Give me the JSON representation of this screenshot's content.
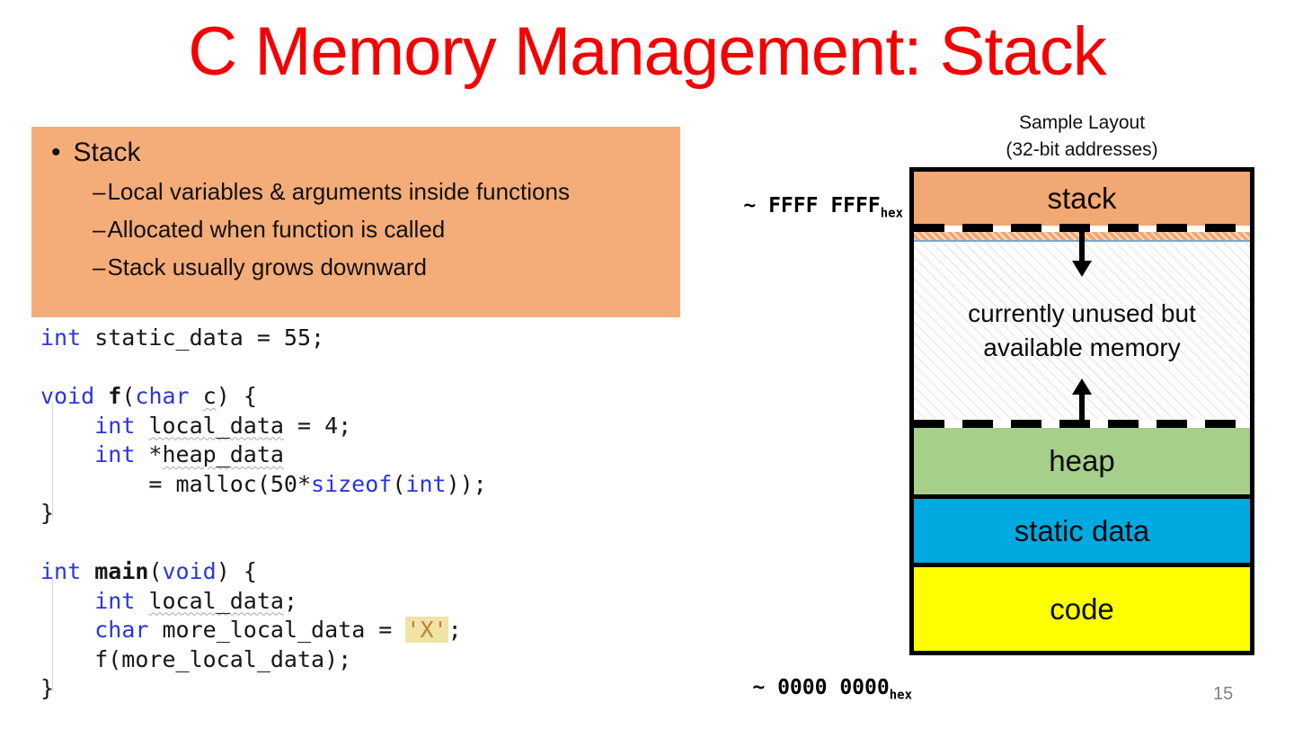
{
  "title": "C Memory Management: Stack",
  "page_number": "15",
  "colors": {
    "title_red": "#F40000",
    "box_orange": "#F4AC79",
    "stack_orange": "#F2A872",
    "heap_green": "#A5CF8A",
    "static_blue": "#00A9E0",
    "code_yellow": "#FFFF00",
    "kw_blue": "#2B35DD",
    "charlit_orange": "#C4802E",
    "charlit_bg": "#EFE3A6",
    "rule_blue": "#7DA7C9",
    "page_gray": "#7F7F7F"
  },
  "bullet_box": {
    "bullet_char": "•",
    "dash_char": "–",
    "heading": "Stack",
    "items": [
      "Local variables & arguments inside functions",
      "Allocated when function is called",
      "Stack usually grows downward"
    ]
  },
  "code": {
    "lines": [
      [
        {
          "t": "int",
          "c": "kw"
        },
        {
          "t": " static_data = 55;",
          "c": "plain"
        }
      ],
      [],
      [
        {
          "t": "void",
          "c": "kw"
        },
        {
          "t": " ",
          "c": "plain"
        },
        {
          "t": "f",
          "c": "fn"
        },
        {
          "t": "(",
          "c": "plain"
        },
        {
          "t": "char",
          "c": "kw"
        },
        {
          "t": " ",
          "c": "plain"
        },
        {
          "t": "c",
          "c": "squiggle"
        },
        {
          "t": ") {",
          "c": "plain"
        }
      ],
      [
        {
          "t": "    ",
          "c": "plain"
        },
        {
          "t": "int",
          "c": "kw"
        },
        {
          "t": " ",
          "c": "plain"
        },
        {
          "t": "local_data",
          "c": "squiggle"
        },
        {
          "t": " = 4;",
          "c": "plain"
        }
      ],
      [
        {
          "t": "    ",
          "c": "plain"
        },
        {
          "t": "int",
          "c": "kw"
        },
        {
          "t": " *",
          "c": "plain"
        },
        {
          "t": "heap_data",
          "c": "squiggle"
        }
      ],
      [
        {
          "t": "        = malloc(50*",
          "c": "plain"
        },
        {
          "t": "sizeof",
          "c": "kw"
        },
        {
          "t": "(",
          "c": "plain"
        },
        {
          "t": "int",
          "c": "kw"
        },
        {
          "t": "));",
          "c": "plain"
        }
      ],
      [
        {
          "t": "}",
          "c": "plain"
        }
      ],
      [],
      [
        {
          "t": "int",
          "c": "kw"
        },
        {
          "t": " ",
          "c": "plain"
        },
        {
          "t": "main",
          "c": "fn"
        },
        {
          "t": "(",
          "c": "plain"
        },
        {
          "t": "void",
          "c": "kw"
        },
        {
          "t": ") {",
          "c": "plain"
        }
      ],
      [
        {
          "t": "    ",
          "c": "plain"
        },
        {
          "t": "int",
          "c": "kw"
        },
        {
          "t": " ",
          "c": "plain"
        },
        {
          "t": "local_data",
          "c": "squiggle"
        },
        {
          "t": ";",
          "c": "plain"
        }
      ],
      [
        {
          "t": "    ",
          "c": "plain"
        },
        {
          "t": "char",
          "c": "kw"
        },
        {
          "t": " more_local_data = ",
          "c": "plain"
        },
        {
          "t": "'X'",
          "c": "charlit"
        },
        {
          "t": ";",
          "c": "plain"
        }
      ],
      [
        {
          "t": "    f(more_local_data);",
          "c": "plain"
        }
      ],
      [
        {
          "t": "}",
          "c": "plain"
        }
      ]
    ]
  },
  "diagram": {
    "header_line1": "Sample Layout",
    "header_line2": "(32-bit addresses)",
    "top_address": "~ FFFF FFFF",
    "bottom_address": "~ 0000 0000",
    "address_subscript": "hex",
    "sections": {
      "stack": "stack",
      "unused_line1": "currently unused but",
      "unused_line2": "available memory",
      "heap": "heap",
      "static_data": "static data",
      "code": "code"
    }
  }
}
